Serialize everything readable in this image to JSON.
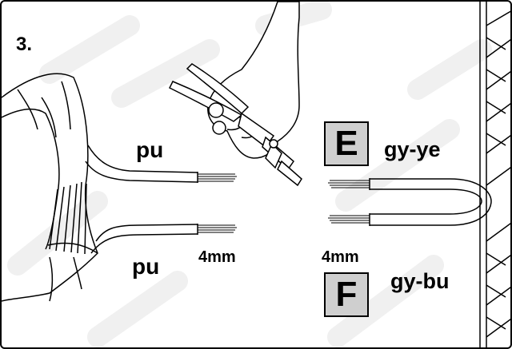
{
  "step": {
    "number": "3."
  },
  "left_connector": {
    "top_wire_label": "pu",
    "bottom_wire_label": "pu",
    "strip_length": "4mm"
  },
  "right_connector": {
    "strip_length": "4mm",
    "wire_e": {
      "letter": "E",
      "color_code": "gy-ye"
    },
    "wire_f": {
      "letter": "F",
      "color_code": "gy-bu"
    }
  },
  "colors": {
    "line": "#000000",
    "label_box_fill": "#cfcfcf",
    "watermark": "#f2f2f2",
    "background": "#ffffff"
  },
  "icons": [
    "wire-stripper-icon",
    "hand-icon",
    "cable-harness-icon",
    "wall-plug-icon"
  ]
}
